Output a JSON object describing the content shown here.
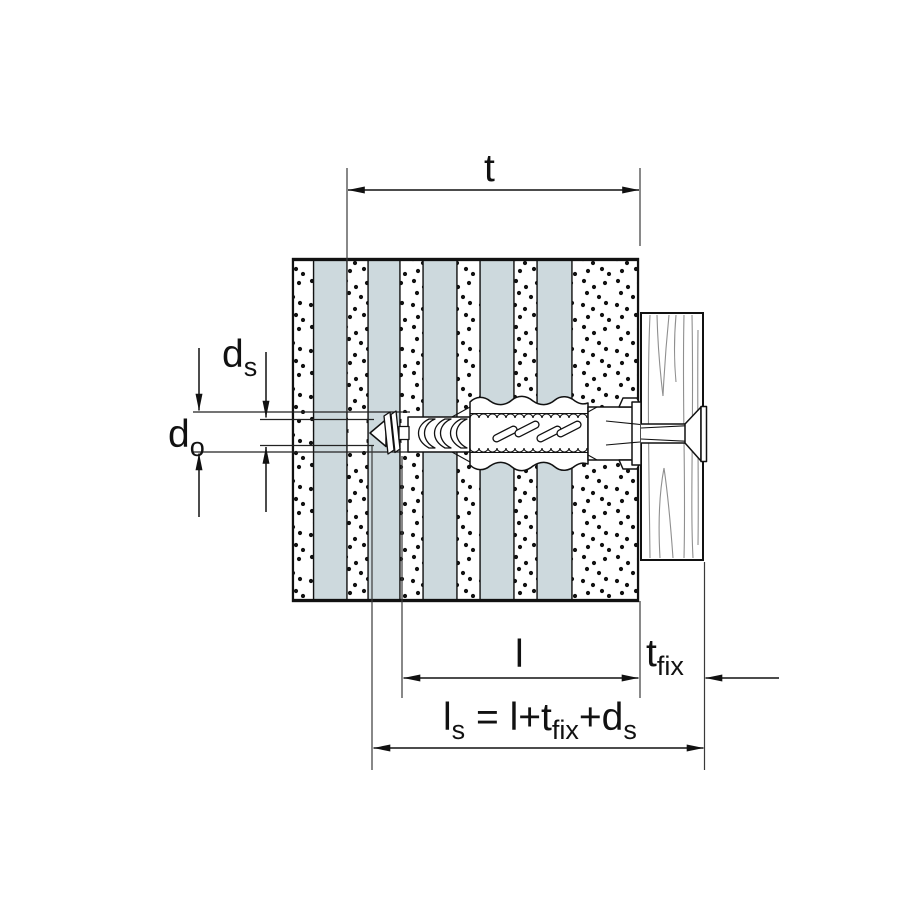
{
  "diagram": {
    "kind": "anchor-installation-cross-section",
    "dims": {
      "t": {
        "label": "t"
      },
      "ds": {
        "base": "d",
        "sub": "s"
      },
      "do": {
        "base": "d",
        "sub": "o"
      },
      "l": {
        "label": "l"
      },
      "tfix": {
        "base": "t",
        "sub": "fix"
      },
      "ls": {
        "p1": "l",
        "s1": "s",
        "p2": " = l+t",
        "s2": "fix",
        "p3": "+d",
        "s3": "s"
      }
    },
    "colors": {
      "line": "#111111",
      "masonry_void_fill": "#cdd9dd",
      "masonry_dot": "#111111",
      "wood_grain": "#8f8f8f",
      "background": "#ffffff"
    }
  }
}
